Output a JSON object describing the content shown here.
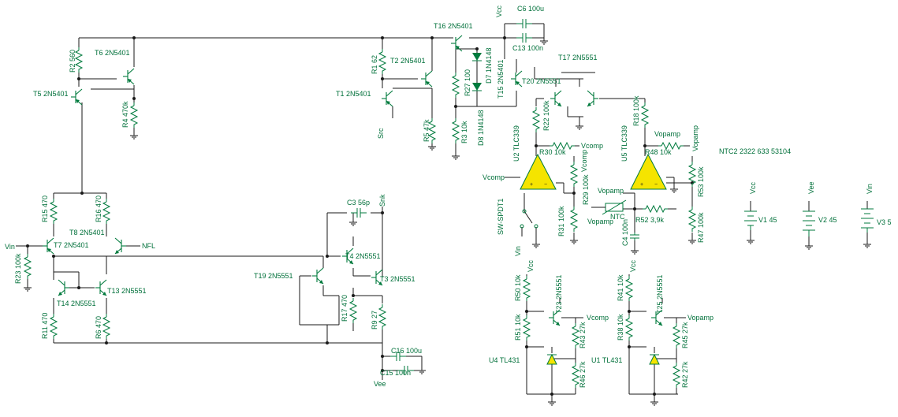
{
  "colors": {
    "component": "#007a3d",
    "wire": "#1a1a1a",
    "label": "#00703a",
    "opamp_fill": "#f5e400",
    "diode_fill": "#007a3d"
  },
  "labels": {
    "vcc_top": "Vcc",
    "c6": "C6 100u",
    "t16": "T16 2N5401",
    "c13": "C13 100n",
    "d7": "D7 1N4148",
    "d8": "D8 1N4148",
    "r27": "R27 100",
    "r3": "R3 10k",
    "t15": "T15 2N5401",
    "t17": "T17 2N5551",
    "t20": "T20 2N5551",
    "r2": "R2 560",
    "t6": "T6 2N5401",
    "t5": "T5 2N5401",
    "r4": "R4 470k",
    "r1": "R1 62",
    "t2": "T2 2N5401",
    "t1": "T1 2N5401",
    "src": "Src",
    "r5": "R5 47k",
    "r22": "R22 100k",
    "r18": "R18 100k",
    "u2": "U2 TLC339",
    "r30": "R30 10k",
    "vcomp1": "Vcomp",
    "u5": "U5 TLC339",
    "vopamp1": "Vopamp",
    "r48": "R48 10k",
    "vopamp2": "Vopamp",
    "ntc2": "NTC2 2322 633 53104",
    "vcomp2": "Vcomp",
    "vcomp3": "Vcomp",
    "r29": "R29 100k",
    "vopamp3": "Vopamp",
    "r53": "R53 100k",
    "ntc": "NTC",
    "vopamp4": "Vopamp",
    "r52": "R52 3,9k",
    "r47": "R47 100k",
    "c4": "C4 100n",
    "sw": "SW-SPDT1",
    "r31": "R31 100k",
    "vin_sw": "Vin",
    "vcc_v1": "Vcc",
    "v1": "V1 45",
    "vee_v2": "Vee",
    "v2": "V2 45",
    "vin_v3": "Vin",
    "v3": "V3 5",
    "r15": "R15 470",
    "r16": "R16 470",
    "t8": "T8 2N5401",
    "t7": "T7 2N5401",
    "vin_in": "Vin",
    "nfl": "NFL",
    "r23": "R23 100k",
    "c3": "C3 56p",
    "snk": "Snk",
    "t4": "T4 2N5551",
    "t19": "T19 2N5551",
    "t3": "T3 2N5551",
    "t14": "T14 2N5551",
    "t13": "T13 2N5551",
    "r11": "R11 470",
    "r6": "R6 470",
    "r17": "R17 470",
    "r9": "R9 27",
    "c16": "C16 100u",
    "c15": "C15 100n",
    "vee_bottom": "Vee",
    "vcc_u4": "Vcc",
    "r50": "R50 10k",
    "t23": "T23 2N5551",
    "vcomp4": "Vcomp",
    "r51": "R51 10k",
    "r43": "R43 27k",
    "u4": "U4 TL431",
    "r46": "R46 27k",
    "vcc_u1": "Vcc",
    "r41": "R41 10k",
    "t25": "T25 2N5551",
    "vopamp5": "Vopamp",
    "r38": "R38 10k",
    "r45": "R45 27k",
    "u1": "U1 TL431",
    "r42": "R42 27k"
  }
}
